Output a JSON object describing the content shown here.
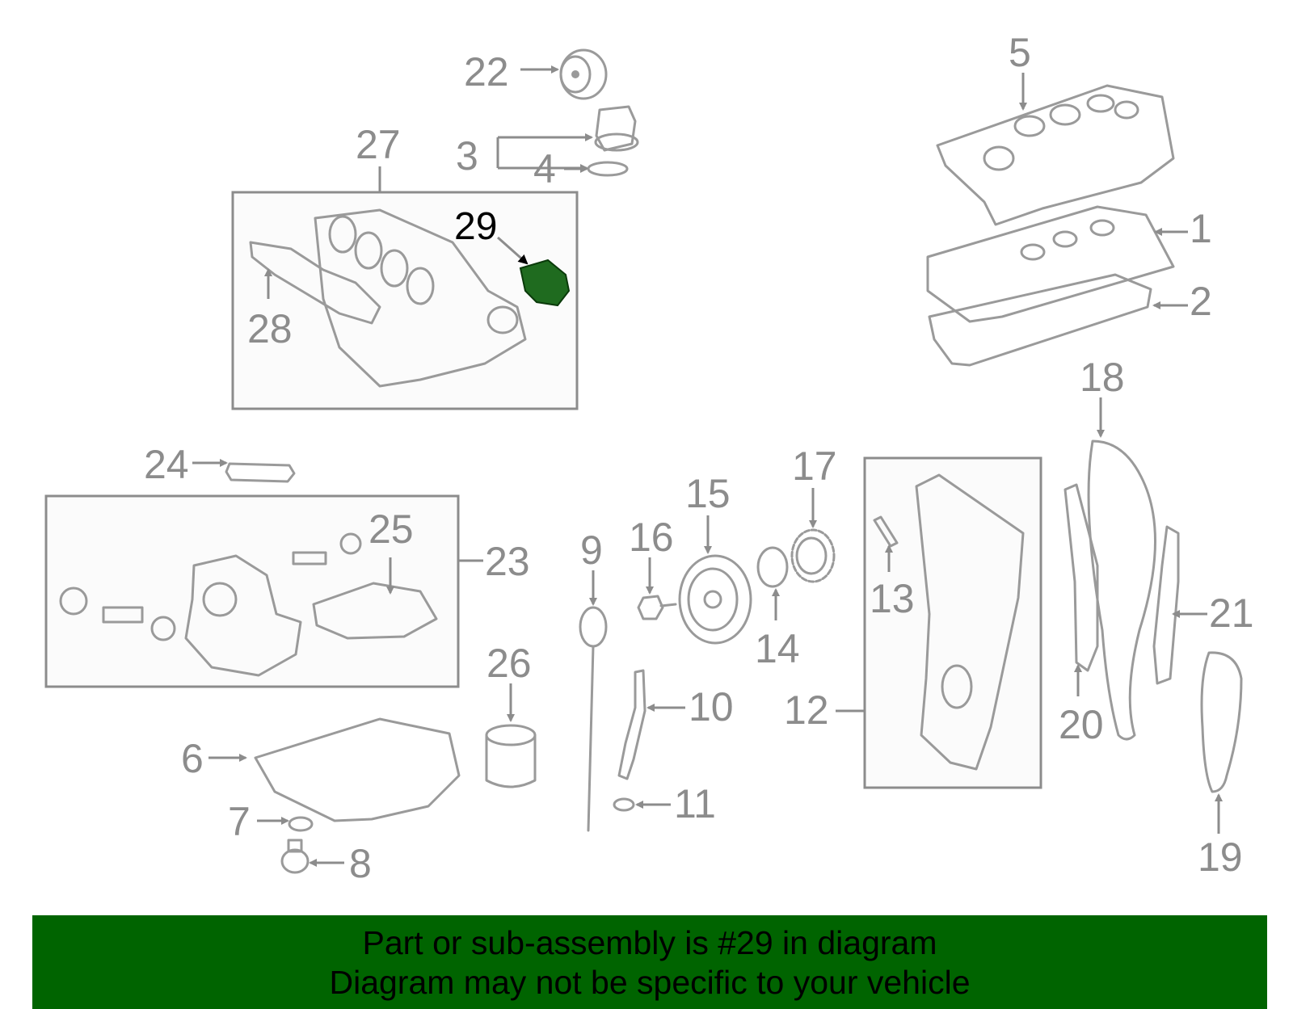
{
  "diagram": {
    "highlight_part": "29",
    "labels": [
      "1",
      "2",
      "3",
      "4",
      "5",
      "6",
      "7",
      "8",
      "9",
      "10",
      "11",
      "12",
      "13",
      "14",
      "15",
      "16",
      "17",
      "18",
      "19",
      "20",
      "21",
      "22",
      "23",
      "24",
      "25",
      "26",
      "27",
      "28",
      "29"
    ]
  },
  "banner": {
    "line1": "Part or sub-assembly is #29 in diagram",
    "line2": "Diagram may not be specific to your vehicle"
  },
  "colors": {
    "banner_bg": "#006400",
    "highlight_part": "#1f6b1f",
    "line_art": "#9a9a9a",
    "label_text": "#8c8c8c"
  }
}
